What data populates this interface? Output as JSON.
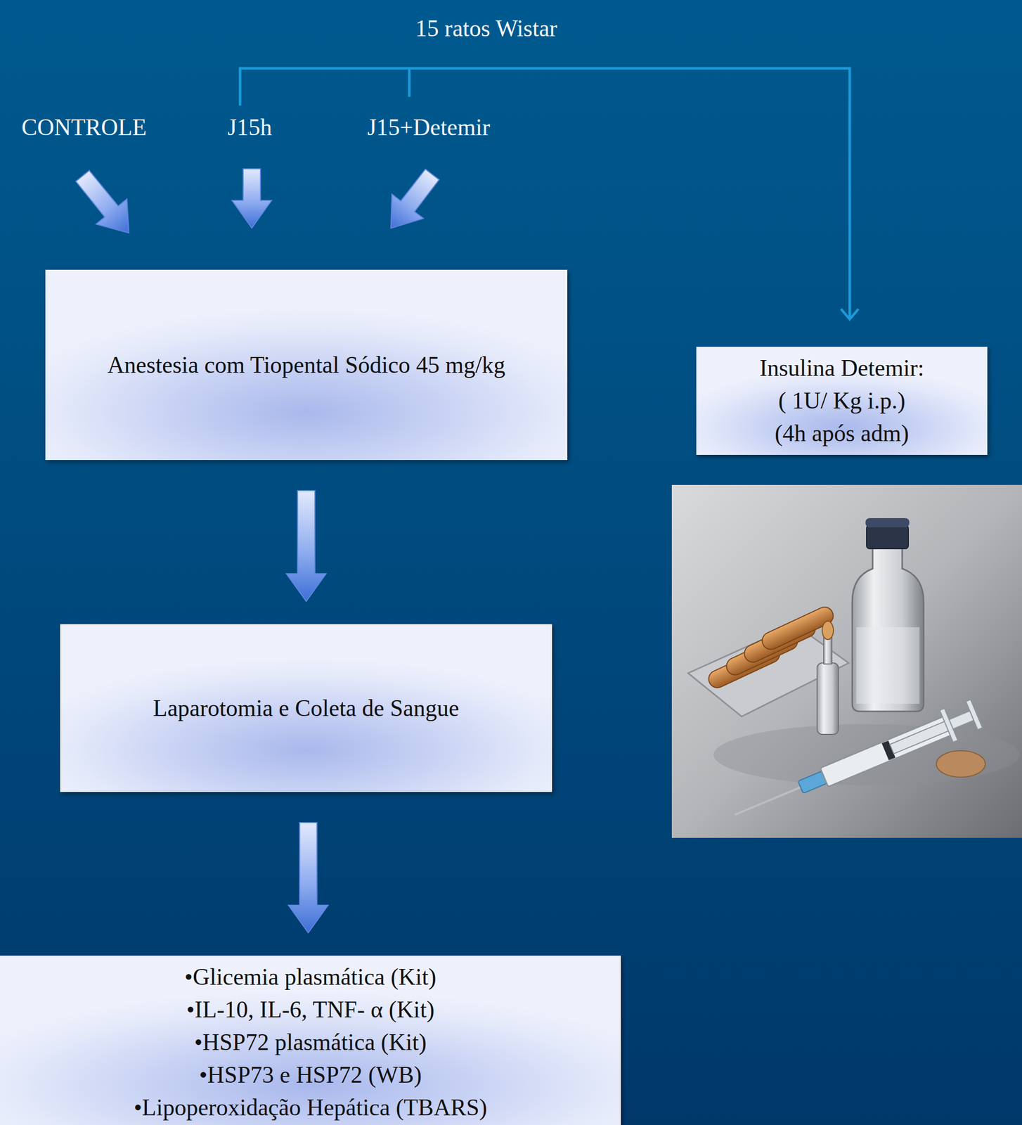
{
  "diagram": {
    "nodes": [
      {
        "text": [
          "Anestesia com Tiopental Sódico 45 mg/kg"
        ]
      },
      {
        "text": [
          "Insulina Detemir:",
          "( 1U/ Kg i.p.)",
          "(4h após adm)"
        ]
      },
      {
        "text": [
          "Laparotomia e Coleta de Sangue"
        ]
      },
      {
        "text": [
          "•Glicemia plasmática (Kit)",
          "•IL-10, IL-6, TNF- α (Kit)",
          "•HSP72 plasmática (Kit)",
          "•HSP73 e HSP72 (WB)",
          "•Lipoperoxidação Hepática (TBARS)"
        ]
      }
    ],
    "edges": [
      {
        "from": 0,
        "to": 2,
        "arrow": "to"
      },
      {
        "from": 2,
        "to": 3,
        "arrow": "to"
      }
    ],
    "labels": [
      "15 ratos Wistar",
      "CONTROLE",
      "J15h",
      "J15+Detemir"
    ]
  }
}
